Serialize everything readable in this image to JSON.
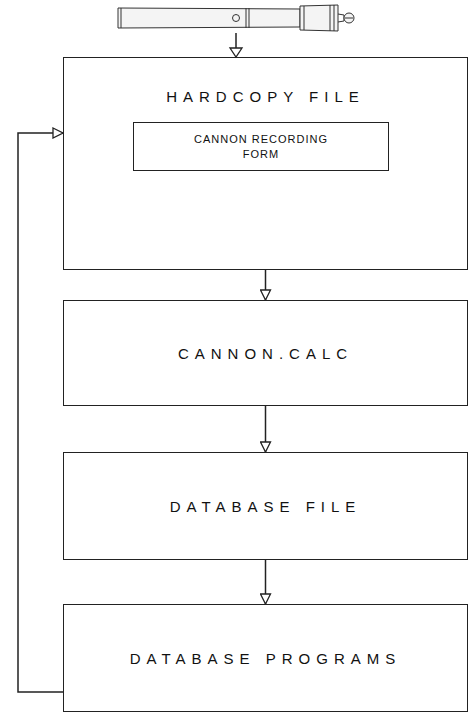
{
  "diagram": {
    "nodes": [
      {
        "text": [
          "HARDCOPY FILE"
        ]
      },
      {
        "text": [
          "CANNON RECORDING FORM"
        ],
        "in": 0
      },
      {
        "text": [
          "CANNON.CALC"
        ]
      },
      {
        "text": [
          "DATABASE FILE"
        ]
      },
      {
        "text": [
          "DATABASE PROGRAMS"
        ]
      }
    ],
    "edges": [
      {
        "from": 0,
        "to": 2,
        "arrow": "to"
      },
      {
        "from": 2,
        "to": 3,
        "arrow": "to"
      },
      {
        "from": 3,
        "to": 4,
        "arrow": "to"
      },
      {
        "from": 4,
        "to": 0,
        "arrow": "to"
      }
    ]
  }
}
